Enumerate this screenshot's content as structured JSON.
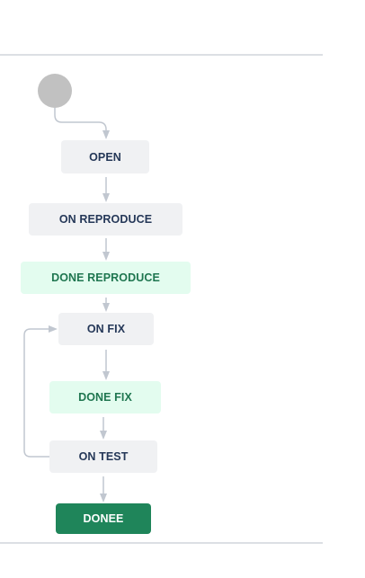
{
  "workflow": {
    "statuses": [
      {
        "key": "open",
        "label": "OPEN",
        "category": "todo"
      },
      {
        "key": "onrep",
        "label": "ON REPRODUCE",
        "category": "todo"
      },
      {
        "key": "donerep",
        "label": "DONE REPRODUCE",
        "category": "inprogress"
      },
      {
        "key": "onfix",
        "label": "ON FIX",
        "category": "todo"
      },
      {
        "key": "donefix",
        "label": "DONE FIX",
        "category": "inprogress"
      },
      {
        "key": "ontest",
        "label": "ON TEST",
        "category": "todo"
      },
      {
        "key": "donee",
        "label": "DONEE",
        "category": "done"
      }
    ],
    "transitions": [
      {
        "from": "start",
        "to": "open"
      },
      {
        "from": "open",
        "to": "onrep"
      },
      {
        "from": "onrep",
        "to": "donerep"
      },
      {
        "from": "donerep",
        "to": "onfix"
      },
      {
        "from": "onfix",
        "to": "donefix"
      },
      {
        "from": "donefix",
        "to": "ontest"
      },
      {
        "from": "ontest",
        "to": "donee"
      },
      {
        "from": "ontest",
        "to": "onfix"
      }
    ]
  },
  "colors": {
    "todo_bg": "#f0f1f3",
    "todo_text": "#253858",
    "inprogress_bg": "#e3fcef",
    "inprogress_text": "#1f7650",
    "done_bg": "#1f855a",
    "done_text": "#ffffff",
    "start_node": "#c1c1c1",
    "connector": "#c1c7d0"
  }
}
